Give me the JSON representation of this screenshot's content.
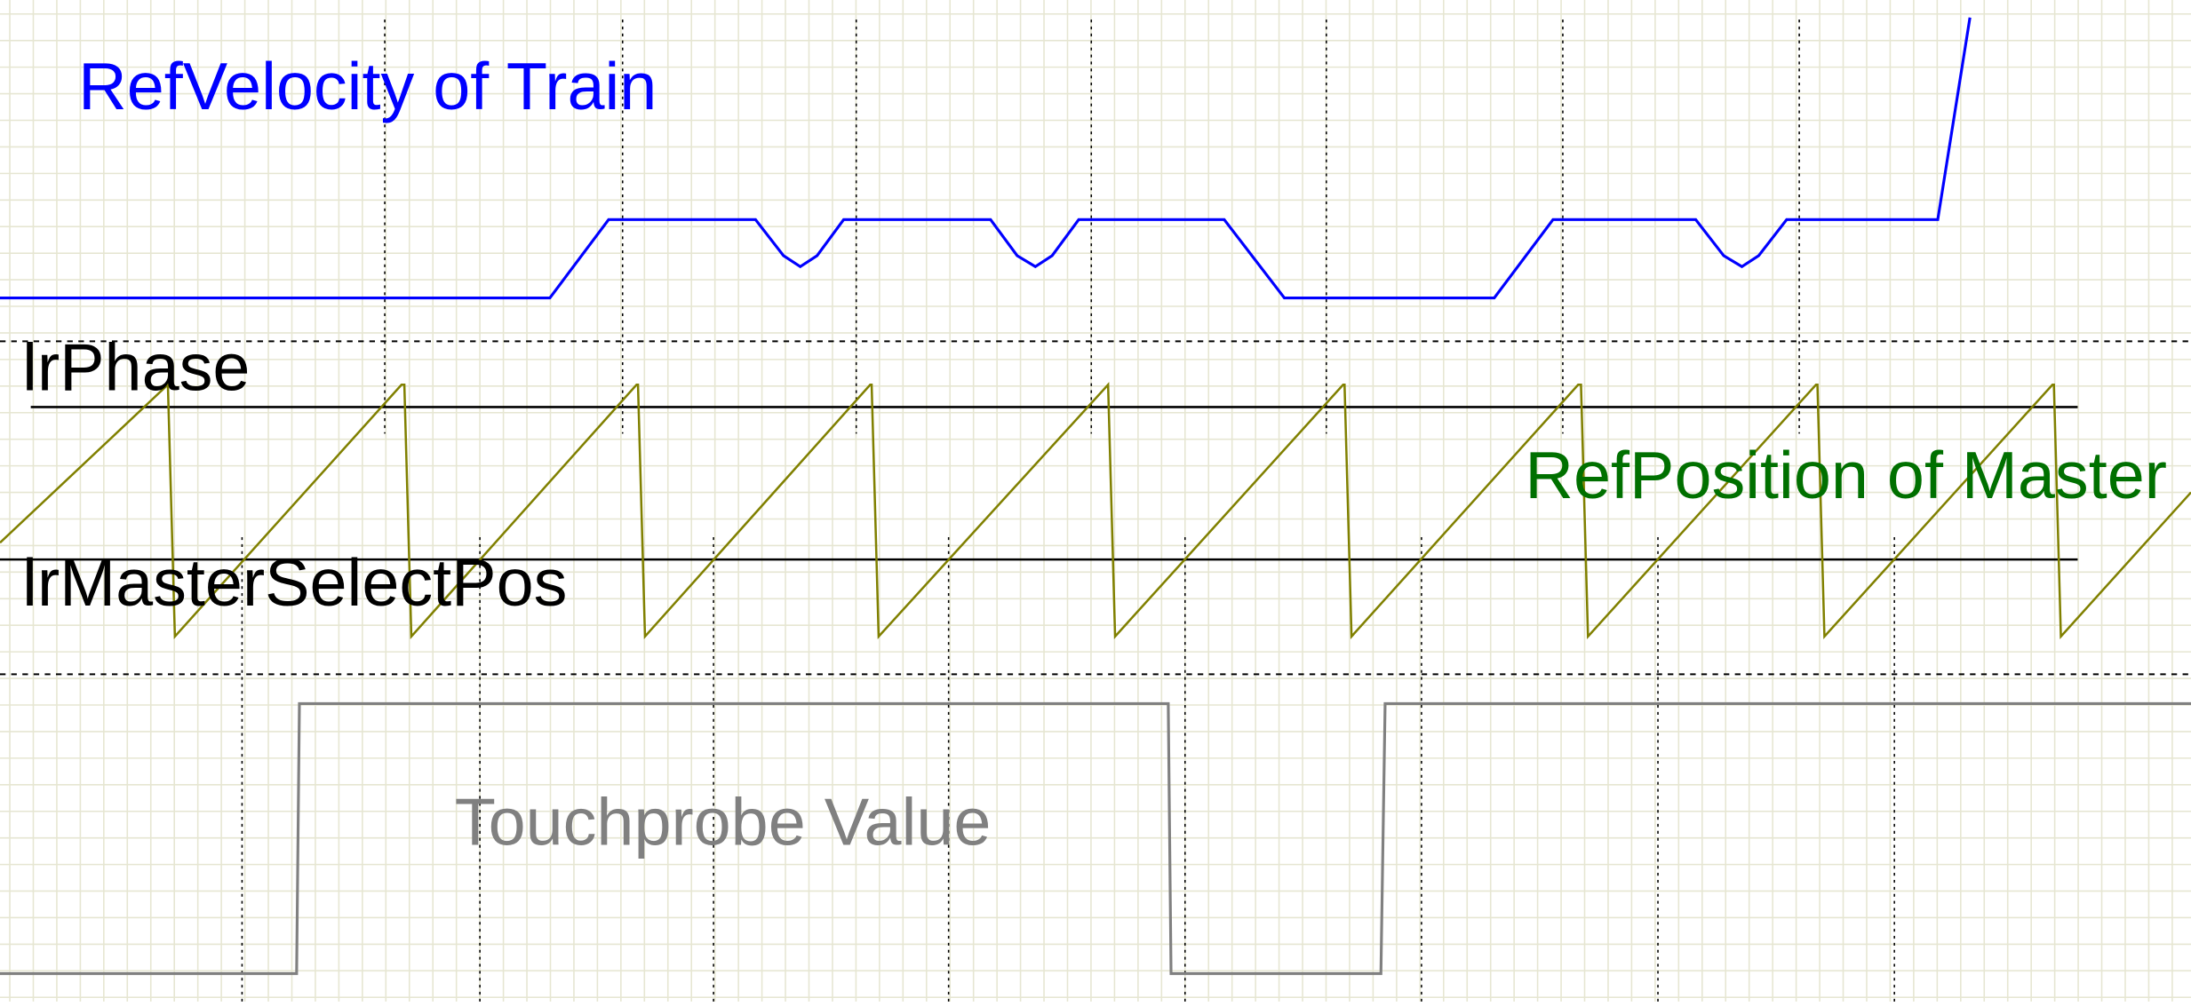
{
  "chart_data": {
    "type": "line",
    "x_unit": "sample",
    "x_range": [
      0,
      1566
    ],
    "grid": true,
    "labels": {
      "velocity": "RefVelocity of Train",
      "phase": "lrPhase",
      "master_position": "RefPosition of Master",
      "select_pos": "lrMasterSelectPos",
      "touchprobe": "Touchprobe Value"
    },
    "colors": {
      "background": "#ffffff",
      "grid_minor": "#e6e6d2",
      "grid_major": "#000000",
      "velocity": "#0000ff",
      "master_position": "#808000",
      "touchprobe": "#808080",
      "thresholds": "#000000",
      "velocity_label": "#0000ff",
      "master_label": "#007000",
      "touchprobe_label": "#808080",
      "default_label": "#000000"
    },
    "event_markers": {
      "upper_band": [
        275,
        445,
        612,
        780,
        948,
        1117,
        1286
      ],
      "lower_band": [
        173,
        343,
        510,
        678,
        847,
        1016,
        1185,
        1354
      ]
    },
    "series": [
      {
        "name": "RefVelocity of Train",
        "band": "velocity",
        "ylim": [
          0,
          1
        ],
        "points": [
          [
            0,
            0
          ],
          [
            393,
            0
          ],
          [
            435,
            0.5
          ],
          [
            540,
            0.5
          ],
          [
            560,
            0.27
          ],
          [
            572,
            0.2
          ],
          [
            584,
            0.27
          ],
          [
            603,
            0.5
          ],
          [
            708,
            0.5
          ],
          [
            727,
            0.27
          ],
          [
            740,
            0.2
          ],
          [
            752,
            0.27
          ],
          [
            771,
            0.5
          ],
          [
            875,
            0.5
          ],
          [
            918,
            0
          ],
          [
            1068,
            0
          ],
          [
            1110,
            0.5
          ],
          [
            1212,
            0.5
          ],
          [
            1232,
            0.27
          ],
          [
            1245,
            0.2
          ],
          [
            1257,
            0.27
          ],
          [
            1277,
            0.5
          ],
          [
            1385,
            0.5
          ],
          [
            1408,
            1.79
          ]
        ]
      },
      {
        "name": "RefPosition of Master",
        "band": "phase",
        "ylim": [
          0,
          1
        ],
        "sawtooth": {
          "resets": [
            121,
            290,
            457,
            624,
            793,
            962,
            1131,
            1300,
            1469
          ],
          "drop_to": [
            0,
            455
          ],
          "ramp_from": 388,
          "rise_to_x": [
            120,
            287,
            455,
            622,
            792,
            960,
            1128,
            1298,
            1467
          ],
          "peak": 275,
          "end_x": 1566,
          "end_y": 352
        }
      },
      {
        "name": "Touchprobe Value",
        "band": "touchprobe",
        "ylim": [
          0,
          1
        ],
        "points": [
          [
            0,
            0
          ],
          [
            212,
            0
          ],
          [
            214,
            1
          ],
          [
            835,
            1
          ],
          [
            837,
            0
          ],
          [
            987,
            0
          ],
          [
            990,
            1
          ],
          [
            1566,
            1
          ]
        ]
      },
      {
        "name": "lrPhase",
        "type": "threshold",
        "x": [
          22,
          1485
        ]
      },
      {
        "name": "lrMasterSelectPos",
        "type": "threshold",
        "x": [
          0,
          1485
        ]
      }
    ]
  }
}
